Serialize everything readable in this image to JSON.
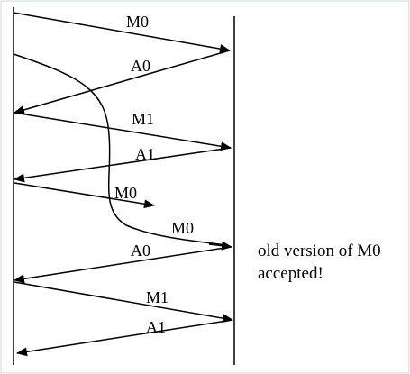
{
  "diagram": {
    "messages": [
      {
        "label": "M0"
      },
      {
        "label": "A0"
      },
      {
        "label": "M1"
      },
      {
        "label": "A1"
      },
      {
        "label": "M0"
      },
      {
        "label": "M0"
      },
      {
        "label": "A0"
      },
      {
        "label": "M1"
      },
      {
        "label": "A1"
      }
    ],
    "note_line1": "old version of M0",
    "note_line2": "accepted!"
  }
}
